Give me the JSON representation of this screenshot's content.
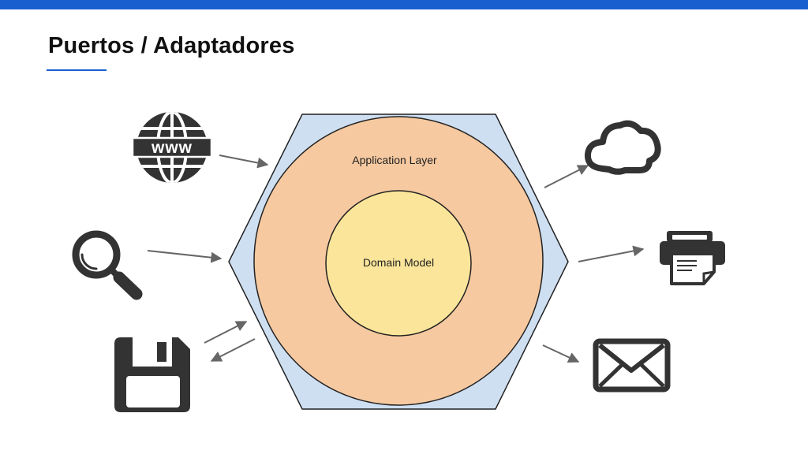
{
  "slide": {
    "title": "Puertos / Adaptadores",
    "accent_color": "#1a5fd0"
  },
  "diagram": {
    "layers": {
      "application_layer_label": "Application Layer",
      "domain_model_label": "Domain Model"
    },
    "colors": {
      "hexagon_fill": "#cfdff2",
      "application_layer_fill": "#f6c9a0",
      "domain_model_fill": "#fbe59a",
      "arrow": "#666666",
      "icon": "#333333"
    },
    "icons": {
      "left_inputs": [
        "globe-www-icon",
        "magnifier-search-icon",
        "floppy-disk-icon"
      ],
      "right_outputs": [
        "cloud-icon",
        "printer-icon",
        "envelope-mail-icon"
      ]
    },
    "globe_text": "www"
  }
}
